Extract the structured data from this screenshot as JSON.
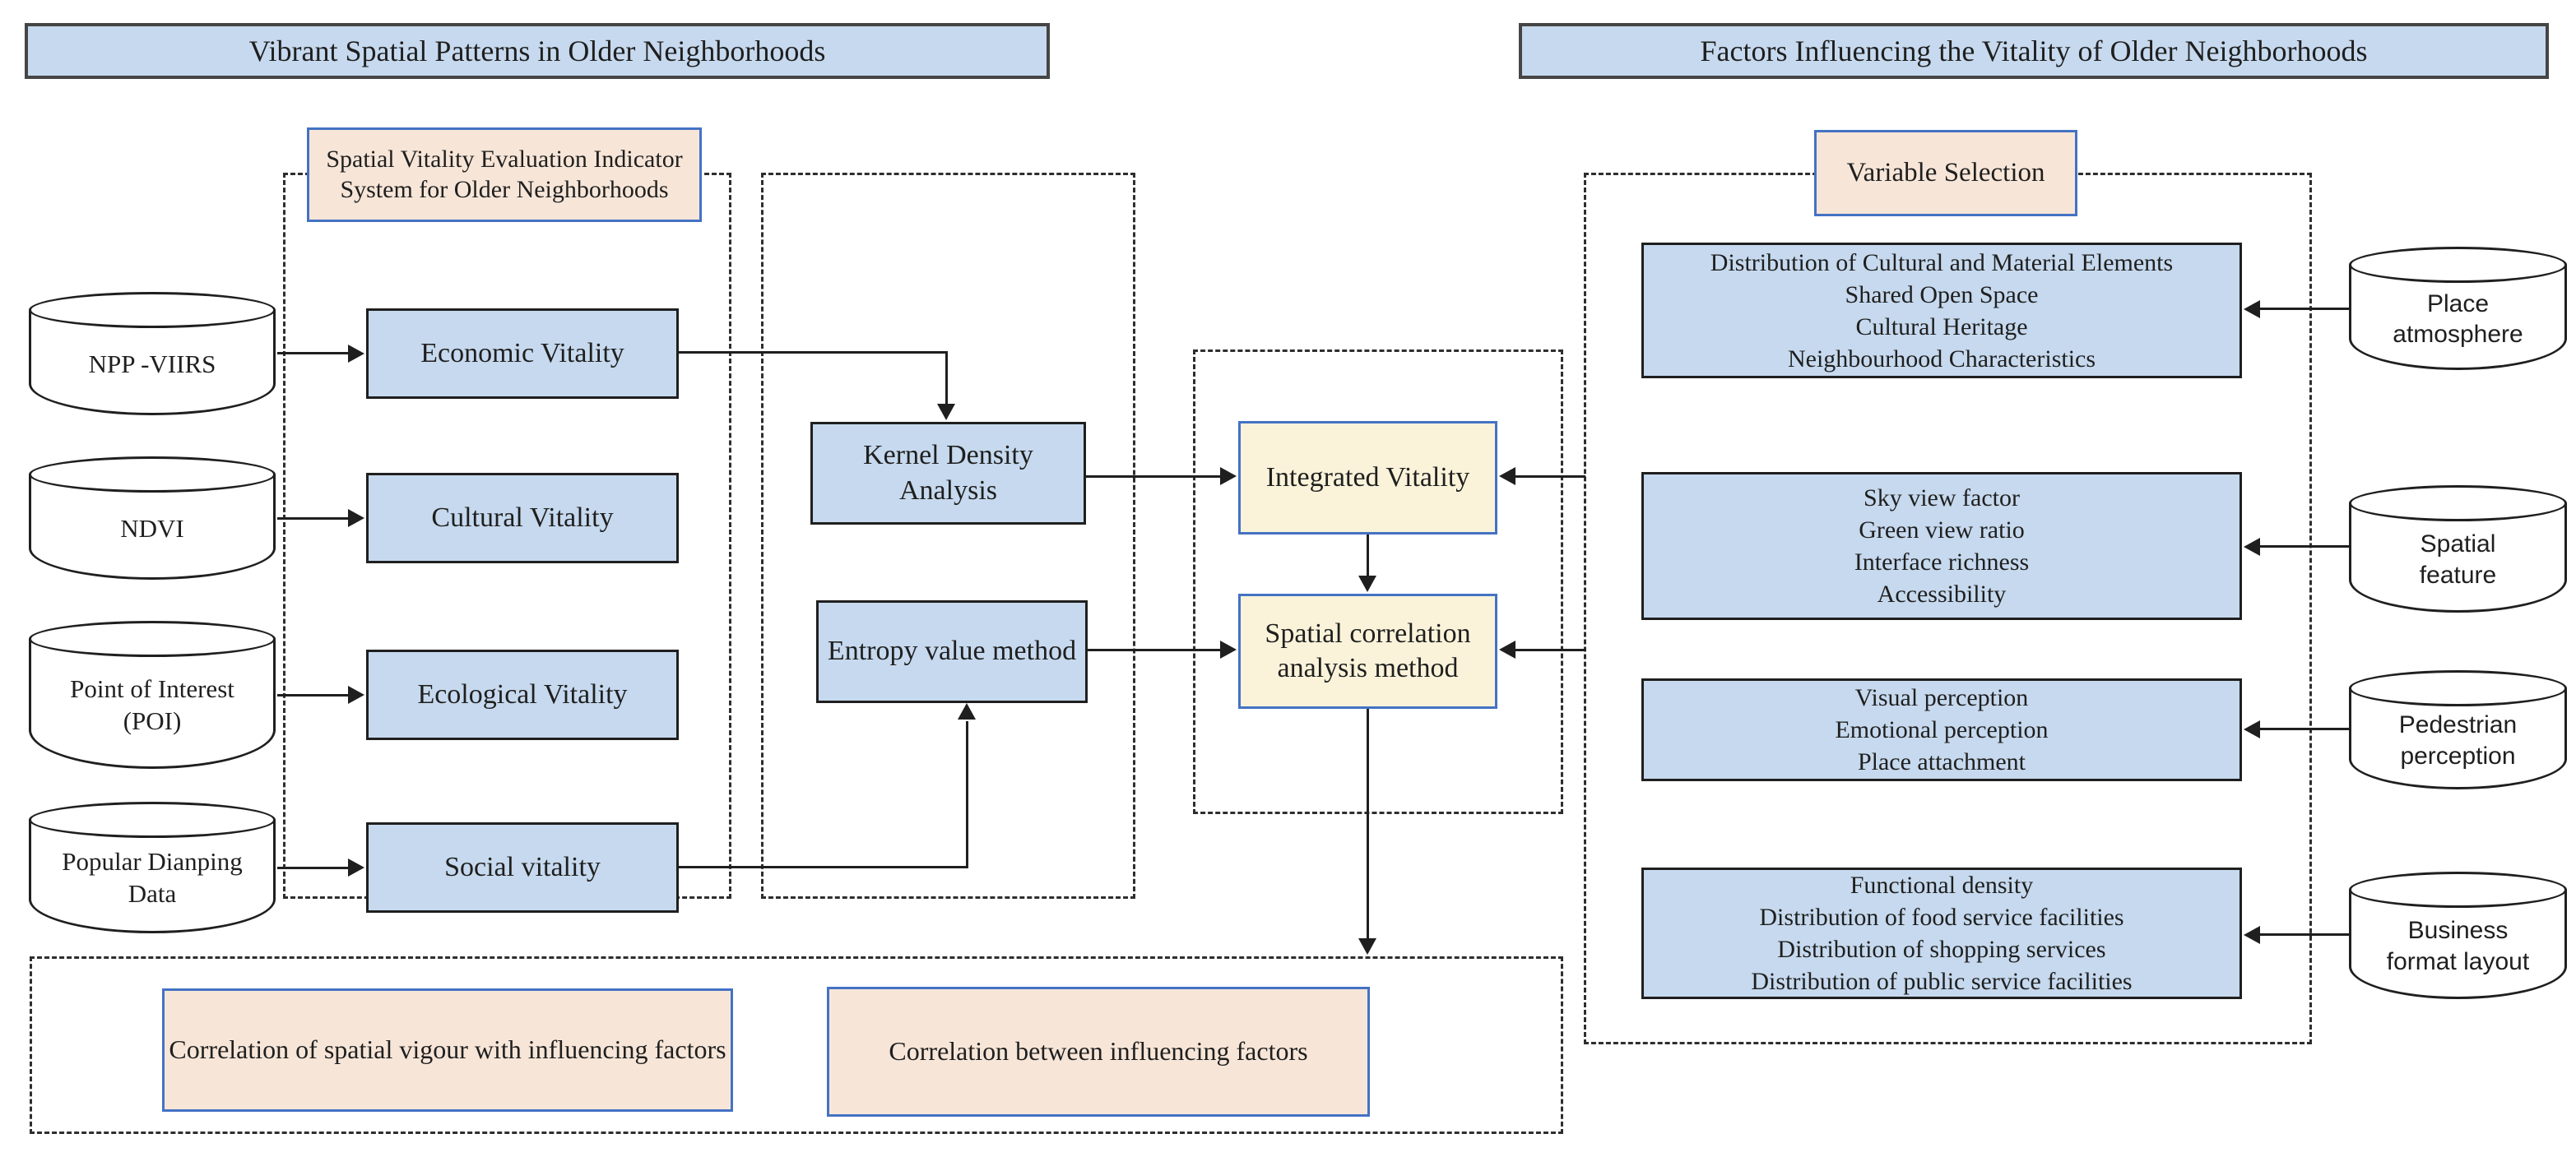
{
  "headers": {
    "left": "Vibrant Spatial Patterns in Older Neighborhoods",
    "right": "Factors Influencing the Vitality of Older Neighborhoods"
  },
  "left_section": {
    "indicator_box": "Spatial Vitality Evaluation Indicator System for Older Neighborhoods",
    "sources": [
      "NPP -VIIRS",
      "NDVI",
      "Point of Interest  (POI)",
      "Popular Dianping Data"
    ],
    "vitalities": [
      "Economic Vitality",
      "Cultural Vitality",
      "Ecological Vitality",
      "Social vitality"
    ]
  },
  "methods": {
    "kernel": "Kernel Density Analysis",
    "entropy": "Entropy value method"
  },
  "integration": {
    "integrated": "Integrated Vitality",
    "spatial": "Spatial correlation analysis method"
  },
  "right_section": {
    "variable_selection": "Variable Selection",
    "factor_groups": [
      {
        "lines": [
          "Distribution of Cultural and Material Elements",
          "Shared Open Space",
          "Cultural Heritage",
          "Neighbourhood Characteristics"
        ],
        "source": "Place atmosphere"
      },
      {
        "lines": [
          "Sky view factor",
          "Green view ratio",
          "Interface richness",
          "Accessibility"
        ],
        "source": "Spatial feature"
      },
      {
        "lines": [
          "Visual perception",
          "Emotional perception",
          "Place attachment"
        ],
        "source": "Pedestrian perception"
      },
      {
        "lines": [
          "Functional density",
          "Distribution of food service facilities",
          "Distribution of shopping services",
          "Distribution of public service facilities"
        ],
        "source": "Business format layout"
      }
    ]
  },
  "outputs": {
    "left": "Correlation of spatial vigour with influencing factors",
    "right": "Correlation between influencing factors"
  },
  "colors": {
    "blue_fill": "#c6d9ee",
    "pink_fill": "#f7e6d8",
    "cream_fill": "#faf3da",
    "blue_border": "#4472c4",
    "line_ink": "#1f1f1f"
  }
}
